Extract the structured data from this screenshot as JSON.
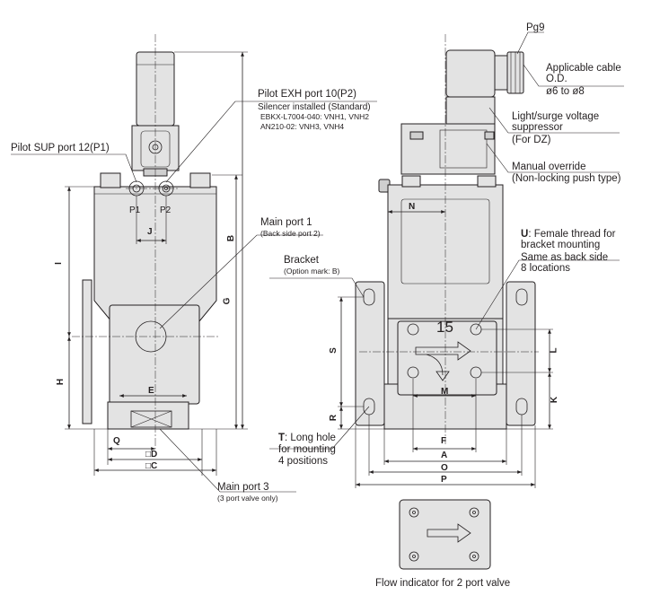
{
  "labels": {
    "pilot_exh": "Pilot EXH port 10(P2)",
    "silencer": "Silencer installed (Standard)",
    "silencer_l1": "EBKX-L7004-040: VNH1, VNH2",
    "silencer_l2": "AN210-02: VNH3, VNH4",
    "pilot_sup": "Pilot SUP port 12(P1)",
    "p1": "P1",
    "p2": "P2",
    "main_port1": "Main port 1",
    "main_port1_sub": "(Back side port 2)",
    "main_port3": "Main port 3",
    "main_port3_sub": "(3 port valve only)",
    "pg9": "Pg9",
    "cable_l1": "Applicable cable",
    "cable_l2": "O.D.",
    "cable_l3": "ø6 to ø8",
    "suppressor_l1": "Light/surge voltage",
    "suppressor_l2": "suppressor",
    "suppressor_l3": "(For DZ)",
    "override_l1": "Manual override",
    "override_l2": "(Non-locking push type)",
    "u_code": "U",
    "u_l1": ": Female thread for",
    "u_l2": "bracket mounting",
    "u_l3": "Same as back side",
    "u_l4": "8 locations",
    "bracket": "Bracket",
    "bracket_sub": "(Option mark: B)",
    "t_code": "T",
    "t_l1": ": Long hole",
    "t_l2": "for mounting",
    "t_l3": "4 positions",
    "flow_number": "15",
    "flow_indicator": "Flow indicator for 2 port valve"
  },
  "dimensions": {
    "A": "A",
    "B": "B",
    "C": "□C",
    "D": "□D",
    "E": "E",
    "F": "F",
    "G": "G",
    "H": "H",
    "I": "I",
    "J": "J",
    "K": "K",
    "L": "L",
    "M": "M",
    "N": "N",
    "O": "O",
    "P": "P",
    "Q": "Q",
    "R": "R",
    "S": "S"
  },
  "icons": [
    "cable-gland-icon",
    "silencer-icon",
    "flow-arrow-icon",
    "mounting-hole-icon",
    "manual-override-icon"
  ],
  "colors": {
    "line": "#231f20",
    "body_fill": "#e3e3e3",
    "background": "#ffffff"
  }
}
